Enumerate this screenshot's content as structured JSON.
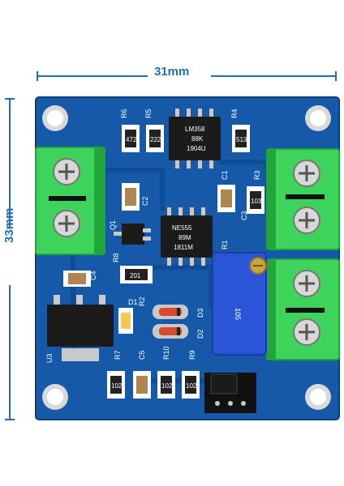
{
  "dimensions": {
    "width_label": "31mm",
    "height_label": "33mm"
  },
  "colors": {
    "pcb": "#1659a8",
    "pcb_dark": "#0f4a92",
    "terminal": "#3ed35a",
    "terminal_dark": "#22a63c",
    "pot": "#2a55d8",
    "dimension_line": "#1f6fb8"
  },
  "board": {
    "chip_top_lines": [
      "LM358",
      "88K",
      "1904U"
    ],
    "chip_bottom_lines": [
      "NE555",
      "89M",
      "1811M"
    ],
    "resistor_codes": [
      "472",
      "222",
      "513",
      "103",
      "201",
      "102",
      "102",
      "102"
    ],
    "silkscreen": [
      "R6",
      "R5",
      "R4",
      "R3",
      "C1",
      "C2",
      "C3",
      "Q1",
      "R8",
      "C4",
      "R1",
      "U3",
      "D1",
      "D2",
      "D3",
      "R7",
      "C5",
      "R10",
      "R9",
      "R2"
    ],
    "pot_label": "105"
  }
}
